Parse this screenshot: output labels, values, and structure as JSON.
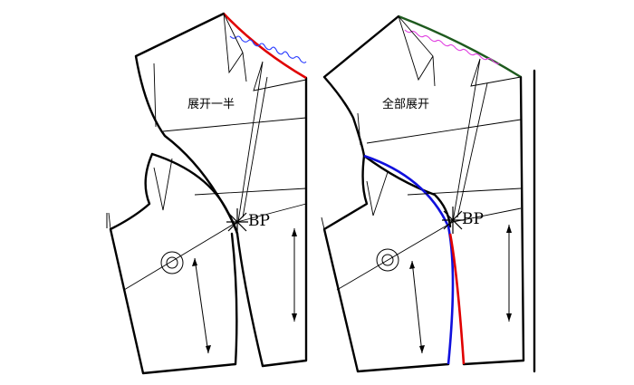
{
  "labels": {
    "left_caption": "展开一半",
    "right_caption": "全部展开",
    "bp_left": "BP",
    "bp_right": "BP"
  },
  "colors": {
    "outline": "#000000",
    "left_neck_curve": "#e00000",
    "left_wave_line": "#2a3cff",
    "right_neck_curve": "#1e5a1e",
    "right_wave_line": "#e040e0",
    "right_seam_blue": "#1010dd",
    "right_seam_red": "#e00000"
  }
}
